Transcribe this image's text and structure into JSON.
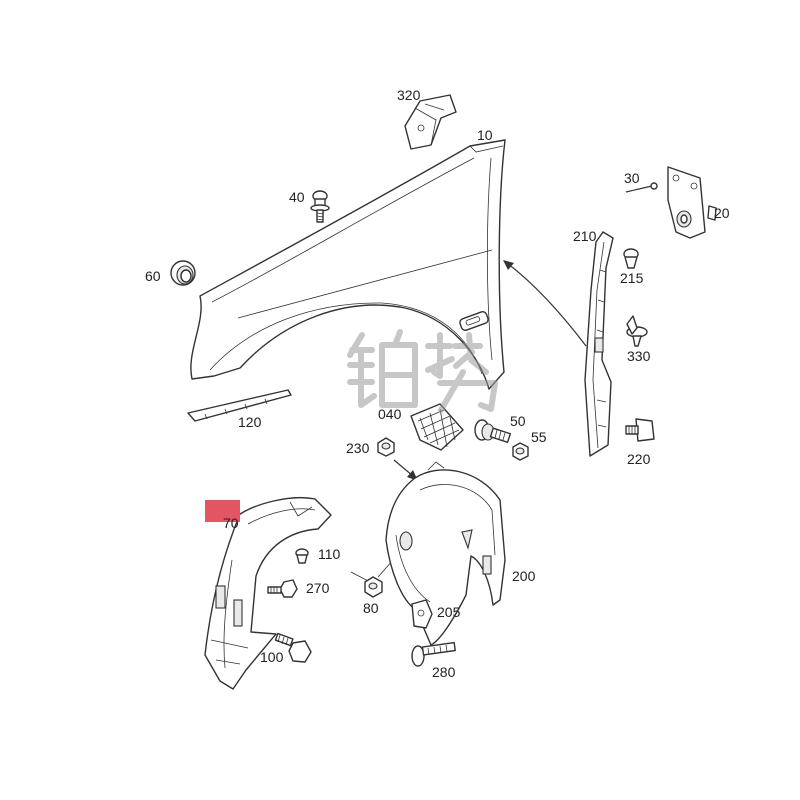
{
  "figure": {
    "callouts": {
      "p10": "10",
      "p20": "20",
      "p30": "30",
      "p40": "40",
      "p50": "50",
      "p55": "55",
      "p60": "60",
      "p70": "70",
      "p80": "80",
      "p100": "100",
      "p110": "110",
      "p120": "120",
      "p040": "040",
      "p200": "200",
      "p205": "205",
      "p210": "210",
      "p215": "215",
      "p220": "220",
      "p230": "230",
      "p270": "270",
      "p280": "280",
      "p320": "320",
      "p330": "330"
    }
  },
  "watermark": "铂势",
  "colors": {
    "line": "#333333",
    "background": "#ffffff",
    "highlight": "#e25563",
    "watermark": "#9a9a9a"
  }
}
